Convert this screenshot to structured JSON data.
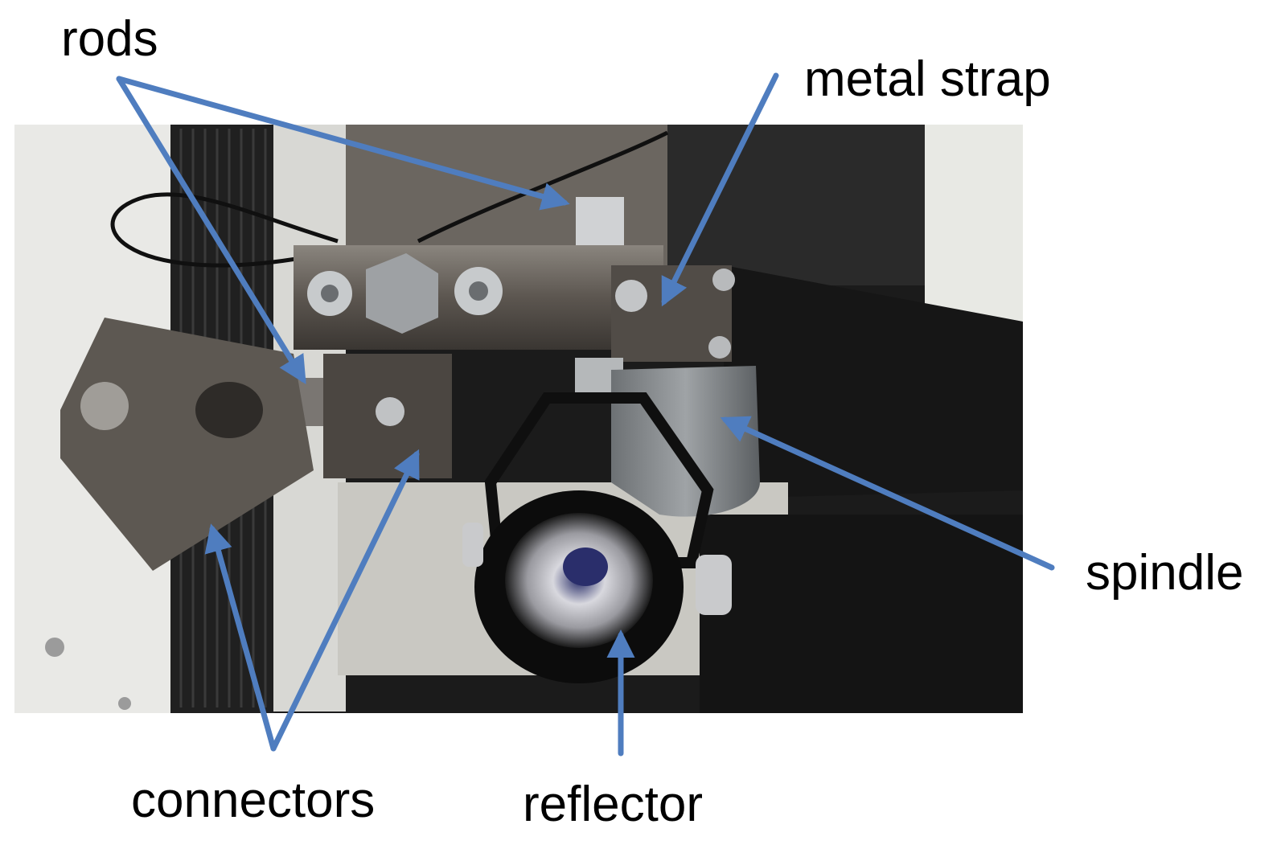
{
  "figure": {
    "labels": {
      "rods": "rods",
      "metal_strap": "metal strap",
      "spindle": "spindle",
      "connectors": "connectors",
      "reflector": "reflector"
    }
  },
  "colors": {
    "arrow": "#4F7DBF",
    "label_text": "#000000",
    "background": "#FFFFFF"
  }
}
